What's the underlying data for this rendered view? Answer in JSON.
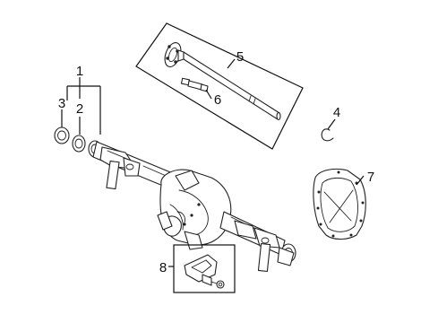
{
  "callouts": [
    {
      "id": "c1",
      "label": "1"
    },
    {
      "id": "c2",
      "label": "2"
    },
    {
      "id": "c3",
      "label": "3"
    },
    {
      "id": "c4",
      "label": "4"
    },
    {
      "id": "c5",
      "label": "5"
    },
    {
      "id": "c6",
      "label": "6"
    },
    {
      "id": "c7",
      "label": "7"
    },
    {
      "id": "c8",
      "label": "8"
    }
  ],
  "parts": {
    "axle_housing": "axle-housing",
    "axle_shaft": "axle-shaft",
    "wheel_stud": "wheel-stud",
    "retaining_clip": "c-clip",
    "differential_cover": "differential-cover",
    "outer_seal": "outer-seal",
    "bearing": "bearing",
    "bracket_assembly": "bracket-assembly"
  },
  "colors": {
    "line": "#222222",
    "background": "#ffffff"
  }
}
